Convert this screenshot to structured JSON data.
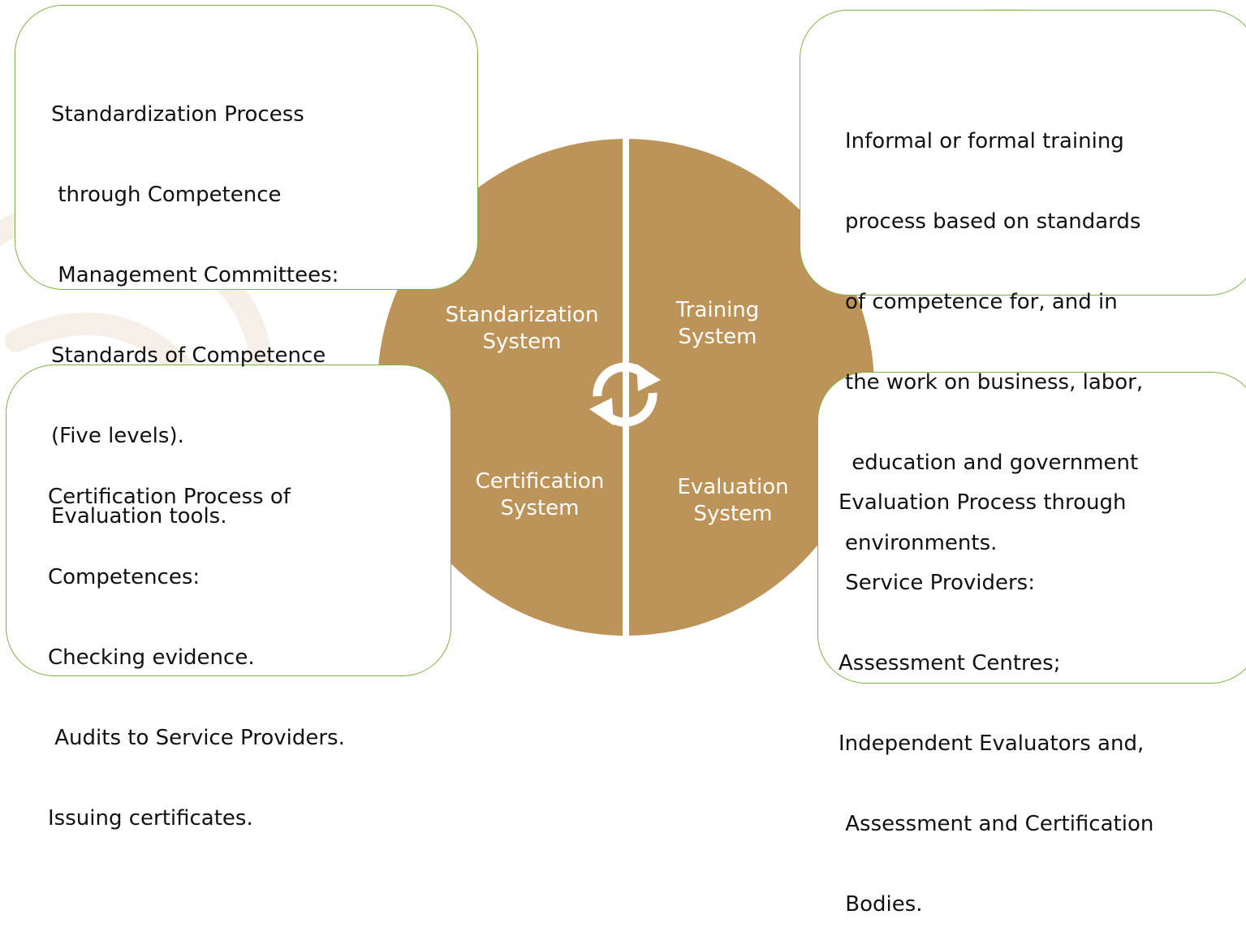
{
  "colors": {
    "circle_fill": "#bc9358",
    "circle_divider": "#ffffff",
    "box_border": "#7cb342",
    "box_fill": "#ffffff",
    "label_text": "#ffffff",
    "body_text": "#111111",
    "watermark": "#f5efe8"
  },
  "center": {
    "icon": "cycle-arrows-icon",
    "quadrants": {
      "standardization": [
        "Standarization",
        "System"
      ],
      "training": [
        "Training",
        "System"
      ],
      "certification": [
        "Certification",
        "System"
      ],
      "evaluation": [
        "Evaluation",
        "System"
      ]
    }
  },
  "boxes": {
    "top_left": [
      "Standardization Process",
      " through Competence",
      " Management Committees:",
      "Standards of Competence",
      "(Five levels).",
      "Evaluation tools."
    ],
    "top_right": [
      "Informal or formal training",
      "process based on standards",
      "of competence for, and in",
      "the work on business, labor,",
      " education and government",
      "environments."
    ],
    "bottom_left": [
      "Certification Process of",
      "Competences:",
      "Checking evidence.",
      " Audits to Service Providers.",
      "Issuing certificates."
    ],
    "bottom_right": [
      "Evaluation Process through",
      " Service Providers:",
      "Assessment Centres;",
      "Independent Evaluators and,",
      " Assessment and Certification",
      " Bodies."
    ]
  }
}
